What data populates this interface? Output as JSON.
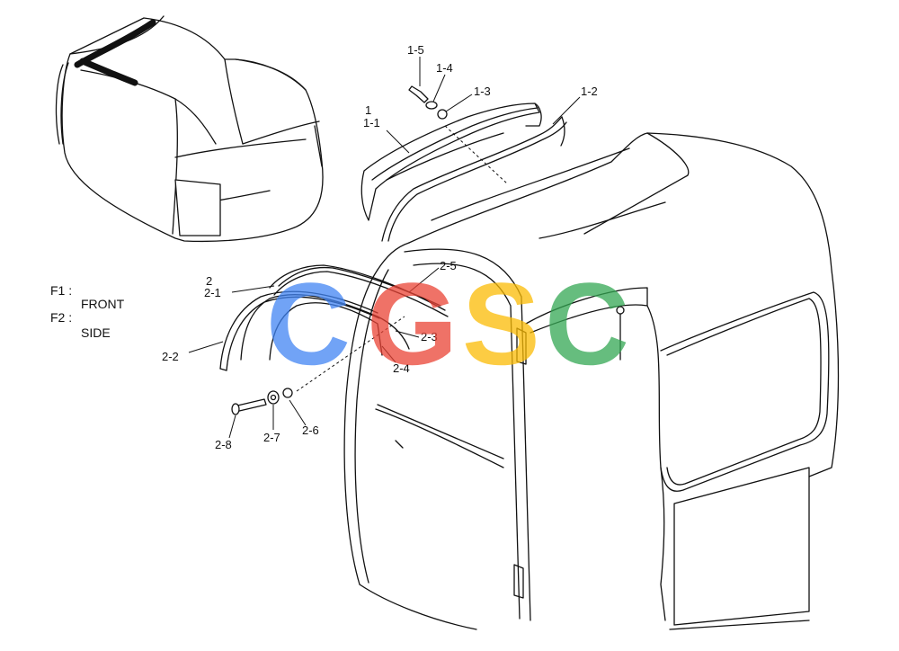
{
  "legend": {
    "f1_key": "F1 :",
    "f1_value": "FRONT",
    "f2_key": "F2 :",
    "f2_value": "SIDE"
  },
  "callouts": {
    "c1": "1",
    "c1_1": "1-1",
    "c1_2": "1-2",
    "c1_3": "1-3",
    "c1_4": "1-4",
    "c1_5": "1-5",
    "c2": "2",
    "c2_1": "2-1",
    "c2_2": "2-2",
    "c2_3": "2-3",
    "c2_4": "2-4",
    "c2_5": "2-5",
    "c2_6": "2-6",
    "c2_7": "2-7",
    "c2_8": "2-8"
  },
  "watermark": {
    "letters": [
      "C",
      "G",
      "S",
      "C"
    ],
    "colors": [
      "#4285F4",
      "#EA4335",
      "#FBBC05",
      "#34A853"
    ]
  }
}
